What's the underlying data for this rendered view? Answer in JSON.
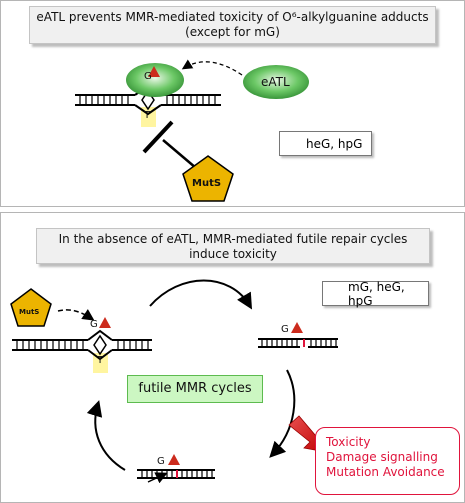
{
  "panel_top": {
    "title": "eATL prevents MMR-mediated toxicity of O⁶-alkylguanine adducts (except for mG)",
    "base_g": "G",
    "base_t": "T",
    "protein_eatl": "eATL",
    "protein_muts": "MutS",
    "legend": "heG, hpG"
  },
  "panel_bottom": {
    "title": "In the absence of eATL, MMR-mediated futile repair cycles induce toxicity",
    "protein_muts": "MutS",
    "base_g1": "G",
    "base_t": "T",
    "base_g2": "G",
    "base_g3": "G",
    "legend": "mG, heG, hpG",
    "cycle_label": "futile MMR cycles",
    "outcomes": [
      "Toxicity",
      "Damage signalling",
      "Mutation Avoidance"
    ]
  },
  "colors": {
    "adduct_red": "#cc2b1d",
    "ellipse_green": "#4bb847",
    "pentagon_gold": "#ecb400",
    "highlight_yellow": "#fff5a0",
    "outcome_red": "#e0143c",
    "cycle_box_green": "#ccf7c2"
  }
}
